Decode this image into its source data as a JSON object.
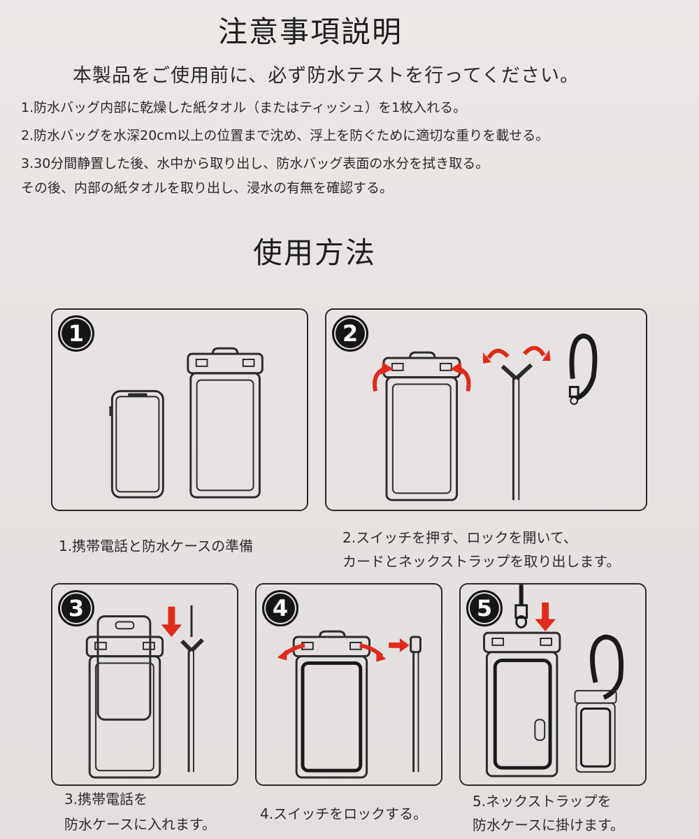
{
  "notice": {
    "title": "注意事項説明",
    "intro": "本製品をご使用前に、必ず防水テストを行ってください。",
    "steps": [
      "1.防水バッグ内部に乾燥した紙タオル（またはティッシュ）を1枚入れる。",
      "2.防水バッグを水深20cm以上の位置まで沈め、浮上を防ぐために適切な重りを載せる。",
      "3.30分間静置した後、水中から取り出し、防水バッグ表面の水分を拭き取る。",
      "その後、内部の紙タオルを取り出し、浸水の有無を確認する。"
    ]
  },
  "usage": {
    "title": "使用方法",
    "panels": [
      {
        "number": "1",
        "caption_lines": [
          "1.携帯電話と防水ケースの準備"
        ]
      },
      {
        "number": "2",
        "caption_lines": [
          "2.スイッチを押す、ロックを開いて、",
          "カードとネックストラップを取り出します。"
        ]
      },
      {
        "number": "3",
        "caption_lines": [
          "3.携帯電話を",
          "防水ケースに入れます。"
        ]
      },
      {
        "number": "4",
        "caption_lines": [
          "4.スイッチをロックする。"
        ]
      },
      {
        "number": "5",
        "caption_lines": [
          "5.ネックストラップを",
          "防水ケースに掛けます。"
        ]
      }
    ]
  },
  "colors": {
    "accent_arrow": "#e02a1c",
    "outline": "#2b2b2b"
  }
}
